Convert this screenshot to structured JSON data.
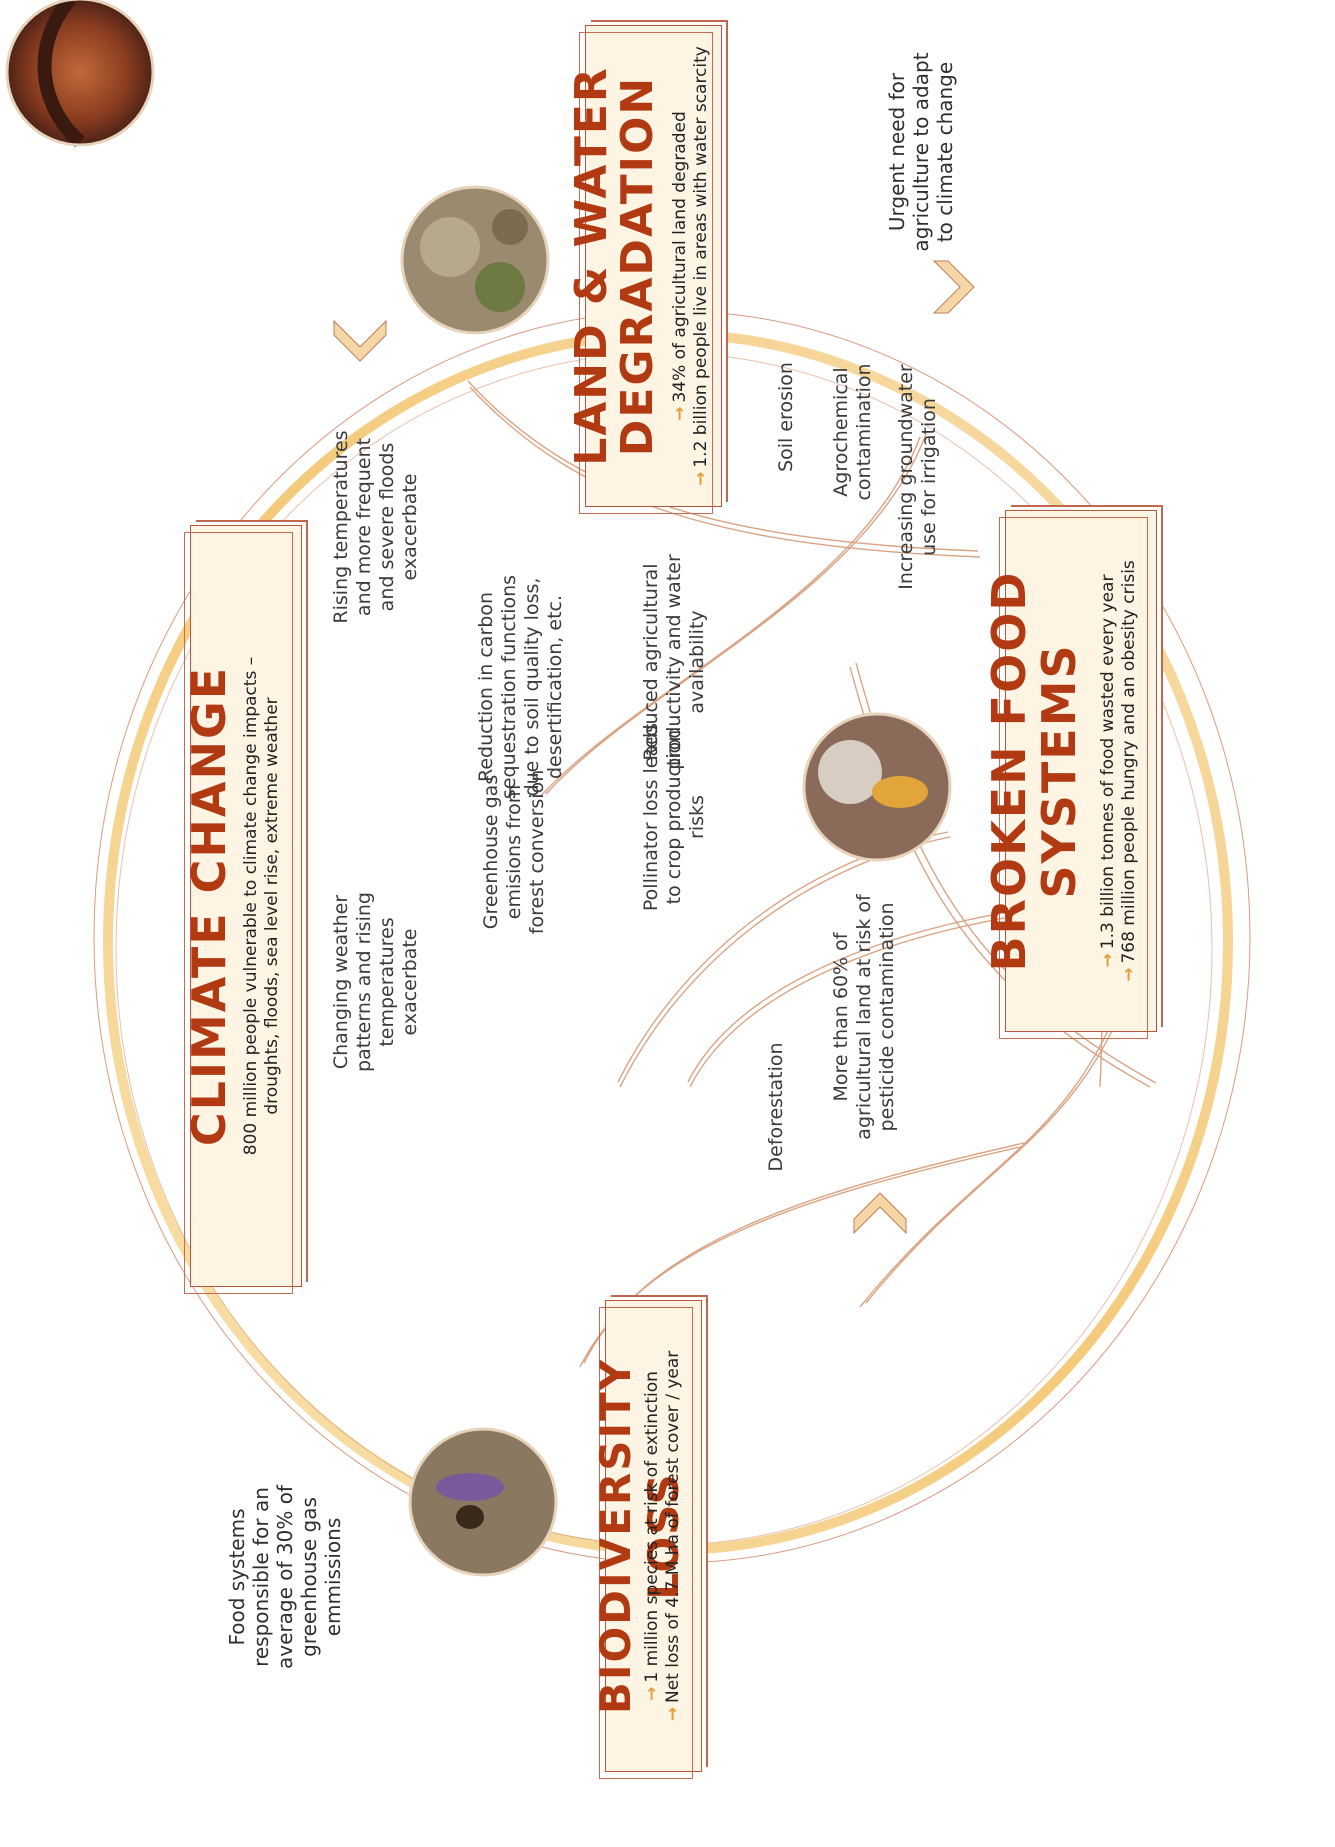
{
  "nodes": {
    "climate": {
      "title": "CLIMATE CHANGE",
      "facts": [
        "800 million people vulnerable to climate change impacts –",
        "droughts, floods, sea level rise, extreme weather"
      ]
    },
    "land": {
      "title_line1": "LAND & WATER",
      "title_line2": "DEGRADATION",
      "fact1": "34% of agricultural land degraded",
      "fact2": "1.2 billion people live in areas with water scarcity"
    },
    "food": {
      "title_line1": "BROKEN FOOD",
      "title_line2": "SYSTEMS",
      "fact1": "1.3 billion tonnes of food wasted every year",
      "fact2": "768 million people hungry and an obesity crisis"
    },
    "biodiversity": {
      "title": "BIODIVERSITY LOSS",
      "fact1": "1 million species at risk of extinction",
      "fact2": "Net loss of 4.7 M ha of forest cover / year"
    }
  },
  "links": {
    "rising_temps": "Rising temperatures and more frequent and severe floods exacerbate",
    "carbon_sequestration": "Reduction in carbon sequestration functions due to soil quality loss, desertification, etc.",
    "reduced_productivity": "Reduced agricultural productivity and water availability",
    "soil_erosion": "Soil erosion",
    "agrochemical": "Agrochemical contamination",
    "groundwater": "Increasing groundwater use for irrigation",
    "changing_weather": "Changing weather patterns and rising temperatures exacerbate",
    "ghg_forest": "Greenhouse gas emisions from forest conversion",
    "pollinator": "Pollinator loss leads to crop production risks",
    "deforestation": "Deforestation",
    "pesticide": "More than 60% of agricultural land at risk of pesticide contamination"
  },
  "side_notes": {
    "adapt": "Urgent need for agriculture to adapt to climate change",
    "food_ghg": "Food systems responsible for an average of 30% of greenhouse gas emmissions"
  },
  "icons": {
    "climate_photo": "wildfire-smoke-photo",
    "land_photo": "degraded-land-photo",
    "food_photo": "corn-crop-photo",
    "biodiversity_photo": "bee-on-lavender-photo",
    "cycle_arrow": "chevron-arrow-icon"
  },
  "colors": {
    "title_red": "#b23a12",
    "ring_gold": "#f2c062",
    "box_fill": "#fdf4e3",
    "accent_arrow": "#e3a03a"
  }
}
